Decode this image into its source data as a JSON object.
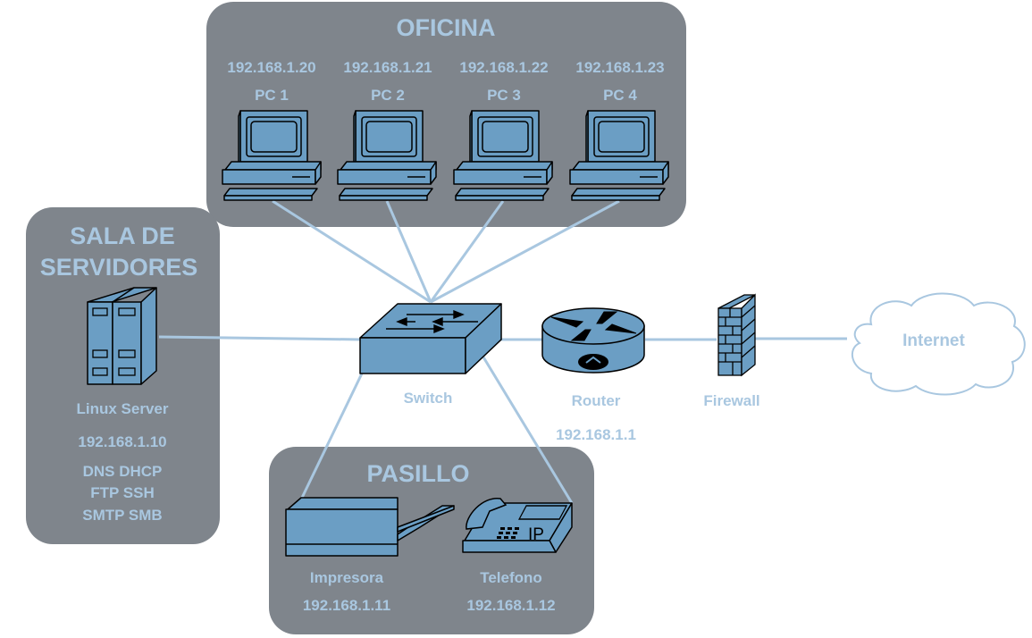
{
  "zones": {
    "oficina": {
      "title": "OFICINA"
    },
    "servidores": {
      "title_line1": "SALA DE",
      "title_line2": "SERVIDORES"
    },
    "pasillo": {
      "title": "PASILLO"
    }
  },
  "pcs": [
    {
      "ip": "192.168.1.20",
      "name": "PC 1"
    },
    {
      "ip": "192.168.1.21",
      "name": "PC 2"
    },
    {
      "ip": "192.168.1.22",
      "name": "PC 3"
    },
    {
      "ip": "192.168.1.23",
      "name": "PC 4"
    }
  ],
  "server": {
    "name": "Linux Server",
    "ip": "192.168.1.10",
    "services": [
      "DNS DHCP",
      "FTP SSH",
      "SMTP SMB"
    ]
  },
  "switch": {
    "name": "Switch"
  },
  "router": {
    "name": "Router",
    "ip": "192.168.1.1"
  },
  "firewall": {
    "name": "Firewall"
  },
  "internet": {
    "name": "Internet"
  },
  "printer": {
    "name": "Impresora",
    "ip": "192.168.1.11"
  },
  "phone": {
    "name": "Telefono",
    "ip": "192.168.1.12",
    "badge": "IP"
  },
  "colors": {
    "zone": "#7f858c",
    "link": "#a9c7e0",
    "device": "#6b9ec4",
    "label": "#a9c7e0"
  }
}
